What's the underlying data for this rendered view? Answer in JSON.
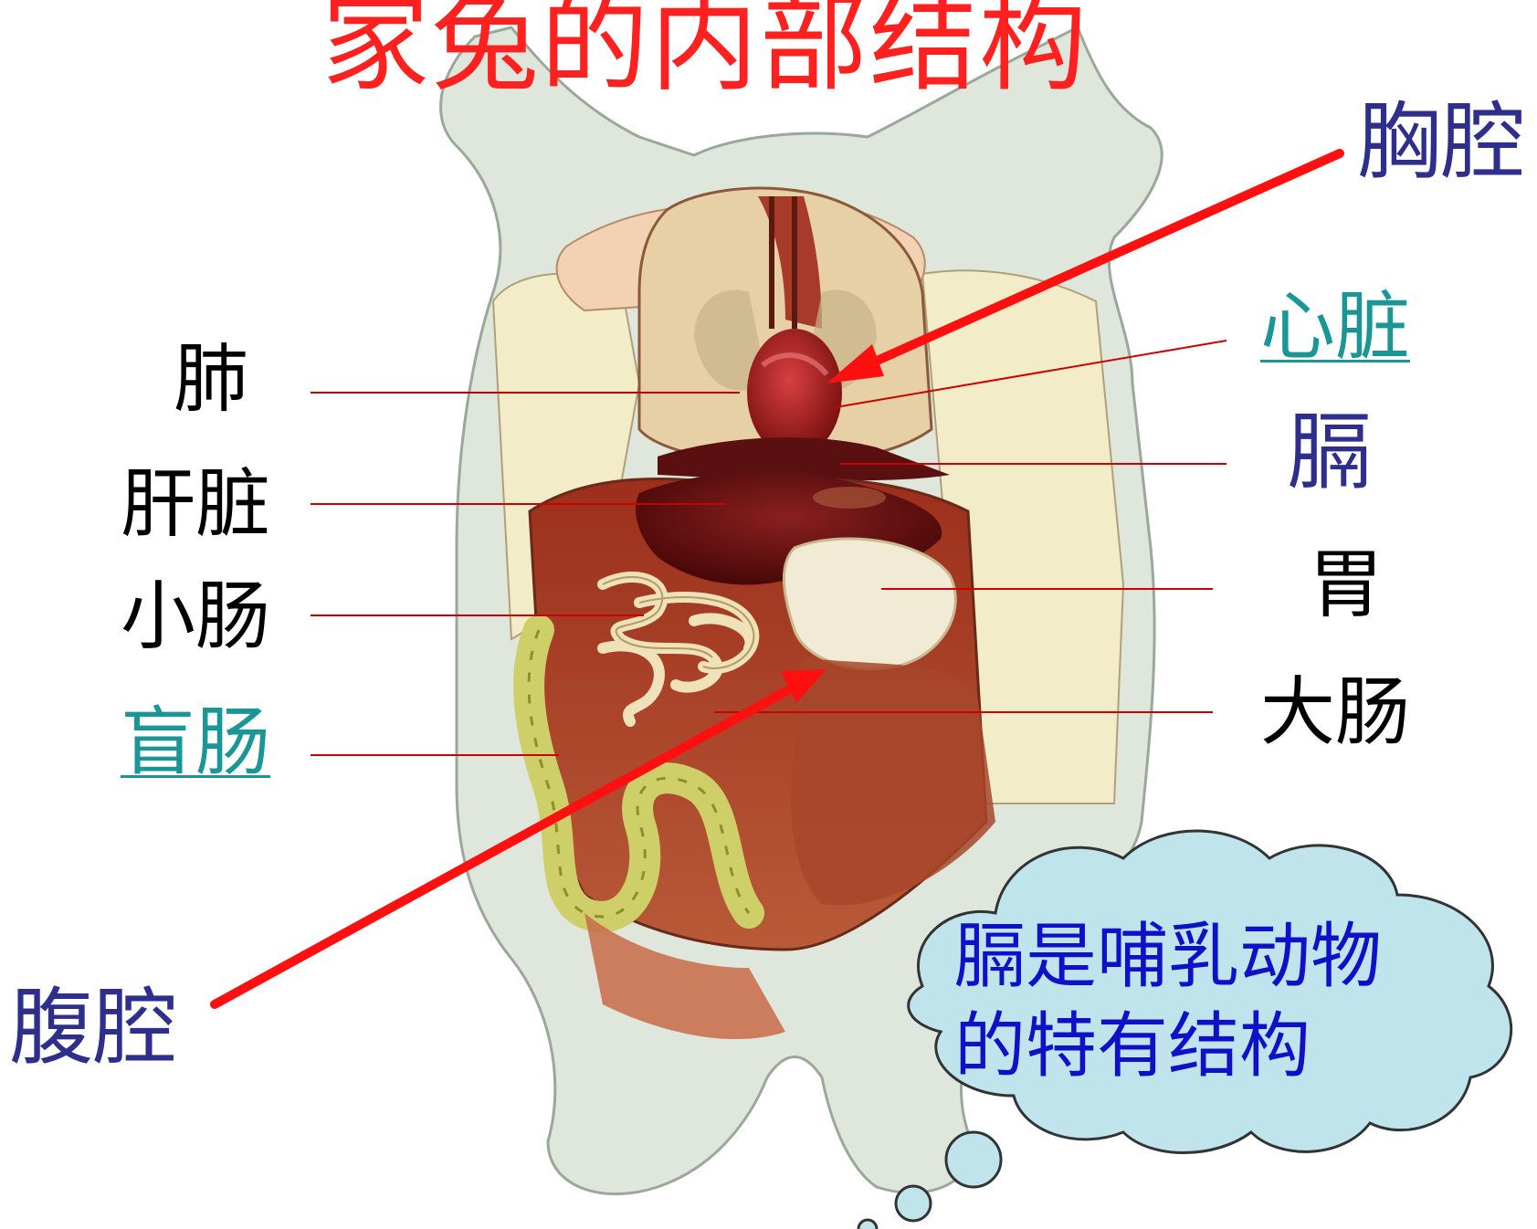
{
  "title": "家兔的内部结构",
  "cavities": {
    "thoracic": "胸腔",
    "abdominal": "腹腔"
  },
  "left_labels": {
    "lung": "肺",
    "liver": "肝脏",
    "small_intestine": "小肠",
    "cecum": "盲肠"
  },
  "right_labels": {
    "heart": "心脏",
    "diaphragm": "膈",
    "stomach": "胃",
    "large_intestine": "大肠"
  },
  "note": {
    "line1": "膈是哺乳动物",
    "line2": "的特有结构"
  },
  "colors": {
    "title": "#ff2020",
    "arrow": "#ff1010",
    "leader": "#cc0000",
    "cavity_label": "#2e2e8c",
    "link_label": "#1a9696",
    "note_text": "#1010c8",
    "cloud_fill": "#bfe4ec"
  }
}
